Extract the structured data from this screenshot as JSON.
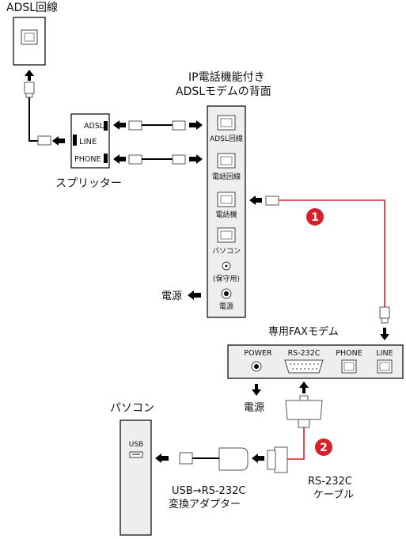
{
  "labels": {
    "adsl_line": "ADSL回線",
    "modem_title_1": "IP電話機能付き",
    "modem_title_2": "ADSLモデムの背面",
    "splitter": "スプリッター",
    "splitter_adsl": "ADSL",
    "splitter_line": "LINE",
    "splitter_phone": "PHONE",
    "port_adsl": "ADSL回線",
    "port_phone_line": "電話回線",
    "port_phone": "電話機",
    "port_pc": "パソコン",
    "port_reserved": "(保守用)",
    "port_power": "電源",
    "power_left": "電源",
    "fax_title": "専用FAXモデム",
    "fax_power": "POWER",
    "fax_rs232c": "RS-232C",
    "fax_phone": "PHONE",
    "fax_line": "LINE",
    "power_bottom": "電源",
    "pc_title": "パソコン",
    "pc_usb": "USB",
    "adapter_1": "USB→RS-232C",
    "adapter_2": "変換アダプター",
    "cable_1": "RS-232C",
    "cable_2": "ケーブル"
  },
  "steps": {
    "one": "1",
    "two": "2"
  },
  "colors": {
    "accent_red": "#d8202a",
    "line": "#000000",
    "panel_fill": "#eeeeee"
  }
}
